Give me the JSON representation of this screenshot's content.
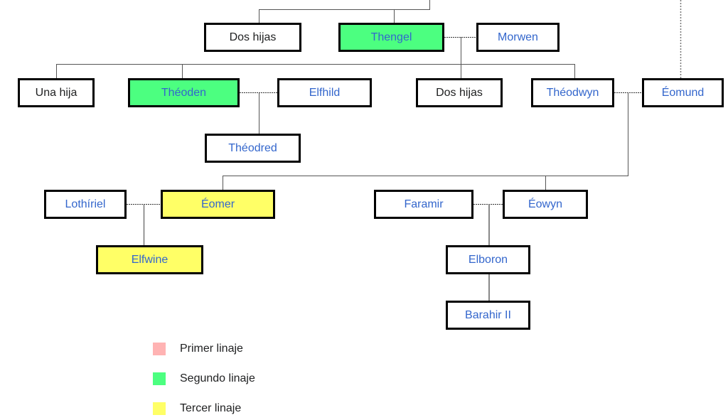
{
  "colors": {
    "first_lineage": "#ffb3b3",
    "second_lineage": "#4cff80",
    "third_lineage": "#ffff66",
    "link_text": "#3366cc",
    "plain_text": "#202122",
    "border": "#000000",
    "line": "#555555"
  },
  "nodes": [
    {
      "id": "dos-hijas-1",
      "label": "Dos hijas",
      "linked": false,
      "lineage": null
    },
    {
      "id": "thengel",
      "label": "Thengel",
      "linked": true,
      "lineage": "second"
    },
    {
      "id": "morwen",
      "label": "Morwen",
      "linked": true,
      "lineage": null
    },
    {
      "id": "una-hija",
      "label": "Una hija",
      "linked": false,
      "lineage": null
    },
    {
      "id": "theoden",
      "label": "Théoden",
      "linked": true,
      "lineage": "second"
    },
    {
      "id": "elfhild",
      "label": "Elfhild",
      "linked": true,
      "lineage": null
    },
    {
      "id": "dos-hijas-2",
      "label": "Dos hijas",
      "linked": false,
      "lineage": null
    },
    {
      "id": "theodwyn",
      "label": "Théodwyn",
      "linked": true,
      "lineage": null
    },
    {
      "id": "eomund",
      "label": "Éomund",
      "linked": true,
      "lineage": null
    },
    {
      "id": "theodred",
      "label": "Théodred",
      "linked": true,
      "lineage": null
    },
    {
      "id": "lothiriel",
      "label": "Lothíriel",
      "linked": true,
      "lineage": null
    },
    {
      "id": "eomer",
      "label": "Éomer",
      "linked": true,
      "lineage": "third"
    },
    {
      "id": "faramir",
      "label": "Faramir",
      "linked": true,
      "lineage": null
    },
    {
      "id": "eowyn",
      "label": "Éowyn",
      "linked": true,
      "lineage": null
    },
    {
      "id": "elfwine",
      "label": "Elfwine",
      "linked": true,
      "lineage": "third"
    },
    {
      "id": "elboron",
      "label": "Elboron",
      "linked": true,
      "lineage": null
    },
    {
      "id": "barahir-ii",
      "label": "Barahir II",
      "linked": true,
      "lineage": null
    }
  ],
  "relations": {
    "marriages": [
      [
        "thengel",
        "morwen"
      ],
      [
        "theoden",
        "elfhild"
      ],
      [
        "theodwyn",
        "eomund"
      ],
      [
        "lothiriel",
        "eomer"
      ],
      [
        "faramir",
        "eowyn"
      ]
    ],
    "children": [
      {
        "parents": [
          "thengel",
          "morwen"
        ],
        "children": [
          "una-hija",
          "theoden",
          "dos-hijas-2",
          "theodwyn"
        ]
      },
      {
        "parents": [
          "theoden",
          "elfhild"
        ],
        "children": [
          "theodred"
        ]
      },
      {
        "parents": [
          "theodwyn",
          "eomund"
        ],
        "children": [
          "eomer",
          "eowyn"
        ]
      },
      {
        "parents": [
          "lothiriel",
          "eomer"
        ],
        "children": [
          "elfwine"
        ]
      },
      {
        "parents": [
          "faramir",
          "eowyn"
        ],
        "children": [
          "elboron"
        ]
      },
      {
        "parents": [
          "elboron"
        ],
        "children": [
          "barahir-ii"
        ]
      }
    ]
  },
  "legend": [
    {
      "label": "Primer linaje",
      "lineage": "first"
    },
    {
      "label": "Segundo linaje",
      "lineage": "second"
    },
    {
      "label": "Tercer linaje",
      "lineage": "third"
    }
  ]
}
